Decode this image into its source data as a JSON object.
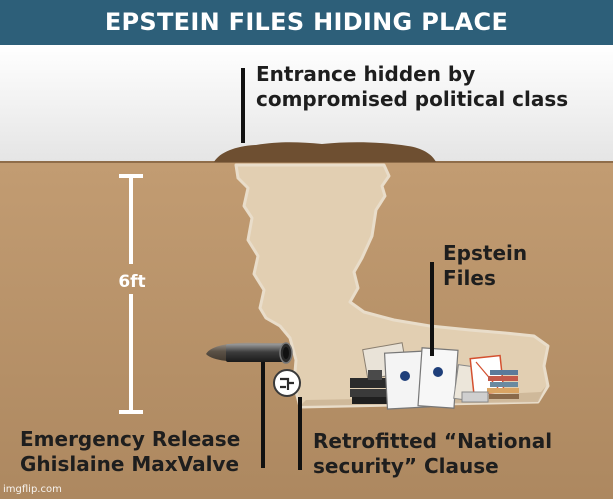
{
  "title": "EPSTEIN FILES HIDING PLACE",
  "labels": {
    "entrance": [
      "Entrance hidden by",
      "compromised political class"
    ],
    "files": [
      "Epstein",
      "Files"
    ],
    "release": [
      "Emergency Release",
      "Ghislaine MaxValve"
    ],
    "clause": [
      "Retrofitted “National",
      "security” Clause"
    ]
  },
  "depth": "6ft",
  "watermark": "imgflip.com",
  "colors": {
    "banner": "#2d5f79",
    "sky": "#ececec",
    "dirt": "#b9936a",
    "tunnel": "#e2cfb2",
    "text": "#1e1e1e"
  },
  "icons": [
    "pipe-icon",
    "valve-wheel-icon",
    "document-pile-icon"
  ]
}
